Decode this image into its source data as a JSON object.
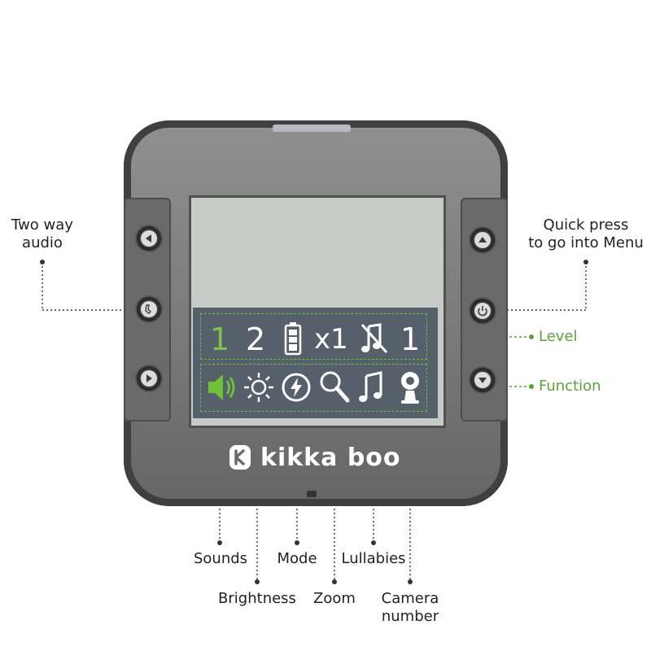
{
  "device": {
    "brand": "kikka boo",
    "status_row": {
      "cam1": "1",
      "cam2": "2",
      "zoom": "x1",
      "level": "1"
    }
  },
  "labels": {
    "two_way_audio": "Two way\naudio",
    "menu": "Quick press\nto go into Menu",
    "level": "Level",
    "function": "Function",
    "sounds": "Sounds",
    "brightness": "Brightness",
    "mode": "Mode",
    "zoom": "Zoom",
    "lullabies": "Lullabies",
    "camera_number": "Camera\nnumber"
  },
  "colors": {
    "accent_green": "#5ca23a",
    "screen": "#c6cbc6",
    "panel": "#56606a"
  },
  "icons": [
    "left-arrow-icon",
    "two-way-audio-icon",
    "right-arrow-icon",
    "up-arrow-icon",
    "power-icon",
    "down-arrow-icon",
    "battery-icon",
    "music-muted-icon",
    "speaker-icon",
    "brightness-icon",
    "mode-icon",
    "zoom-icon",
    "lullaby-icon",
    "camera-icon"
  ]
}
